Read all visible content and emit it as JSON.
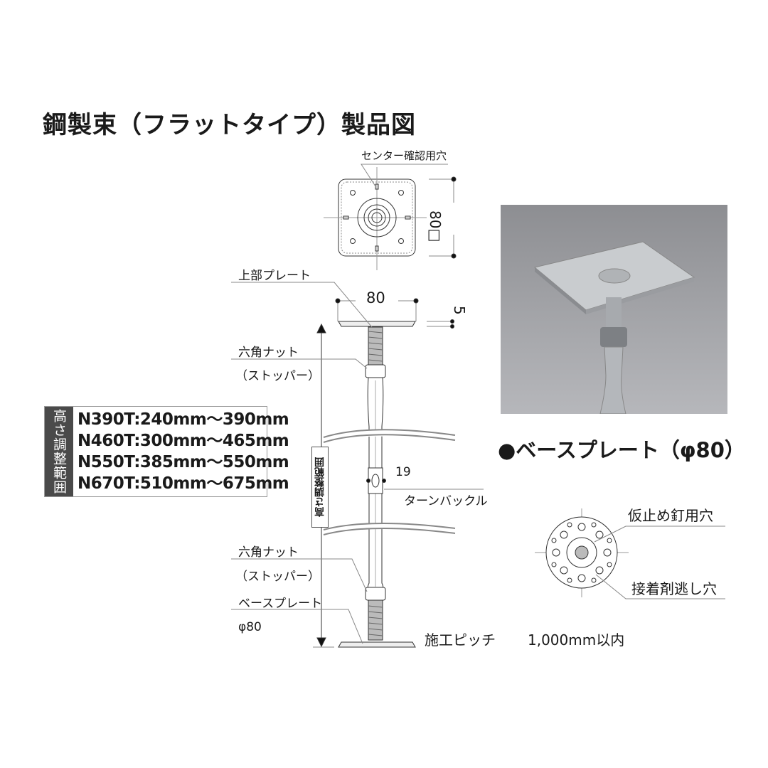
{
  "title": "鋼製束（フラットタイプ）製品図",
  "top_view": {
    "center_hole_label": "センター確認用穴",
    "size_label": "80□"
  },
  "side_view": {
    "top_plate_label": "上部プレート",
    "top_plate_width": "80",
    "top_plate_thickness": "5",
    "upper_nut_label": "六角ナット",
    "upper_nut_sub": "（ストッパー）",
    "turnbuckle_width": "19",
    "turnbuckle_label": "ターンバックル",
    "lower_nut_label": "六角ナット",
    "lower_nut_sub": "（ストッパー）",
    "base_plate_label": "ベースプレート",
    "base_plate_size": "φ80",
    "height_range_label": "高さ調整範囲"
  },
  "spec_table": {
    "header": "高さ調整範囲",
    "rows": [
      "N390T:240mm～390mm",
      "N460T:300mm～465mm",
      "N550T:385mm～550mm",
      "N670T:510mm～675mm"
    ]
  },
  "photo_caption": "●ベースプレート（φ80）",
  "base_plate_view": {
    "nail_hole_label": "仮止め釘用穴",
    "adhesive_hole_label": "接着剤逃し穴"
  },
  "pitch": {
    "label": "施工ピッチ",
    "value": "1,000mm以内"
  }
}
